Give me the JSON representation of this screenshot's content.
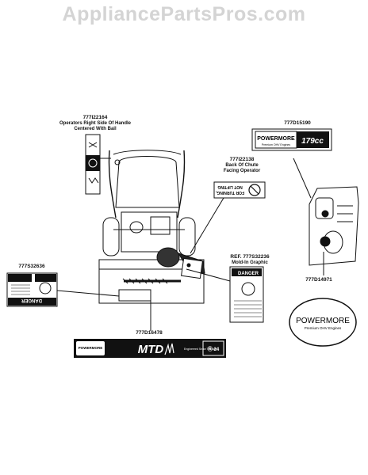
{
  "watermark": "AppliancePartsPros.com",
  "labels": [
    {
      "part": "777I22164",
      "desc": [
        "Operators Right Side Of Handle",
        "Centered With Bail"
      ]
    },
    {
      "part": "777D15190",
      "desc": []
    },
    {
      "part": "777I22138",
      "desc": [
        "Back Of Chute",
        "Facing Operator"
      ]
    },
    {
      "part": "777S32636",
      "desc": []
    },
    {
      "part": "REF. 777S32236",
      "desc": [
        "Mold-In Graphic"
      ]
    },
    {
      "part": "777D14971",
      "desc": []
    },
    {
      "part": "777D16478",
      "desc": []
    }
  ],
  "decals": {
    "engine_brand": "POWERMORE",
    "engine_brand_sub": "Premium OHV Engines",
    "engine_cc": "179cc",
    "chute_warning_line1": "FOR TURNING,",
    "chute_warning_line2": "NOT LIFTING",
    "danger": "DANGER",
    "mtd_logo": "MTD",
    "mtd_tagline": "Engineered Snow Thrower",
    "mtd_left_brand": "POWERMORE",
    "mtd_right_code": "Ⓡ 24"
  },
  "colors": {
    "line": "#111111",
    "decal_dark": "#111111",
    "watermark": "#d4d4d4"
  }
}
